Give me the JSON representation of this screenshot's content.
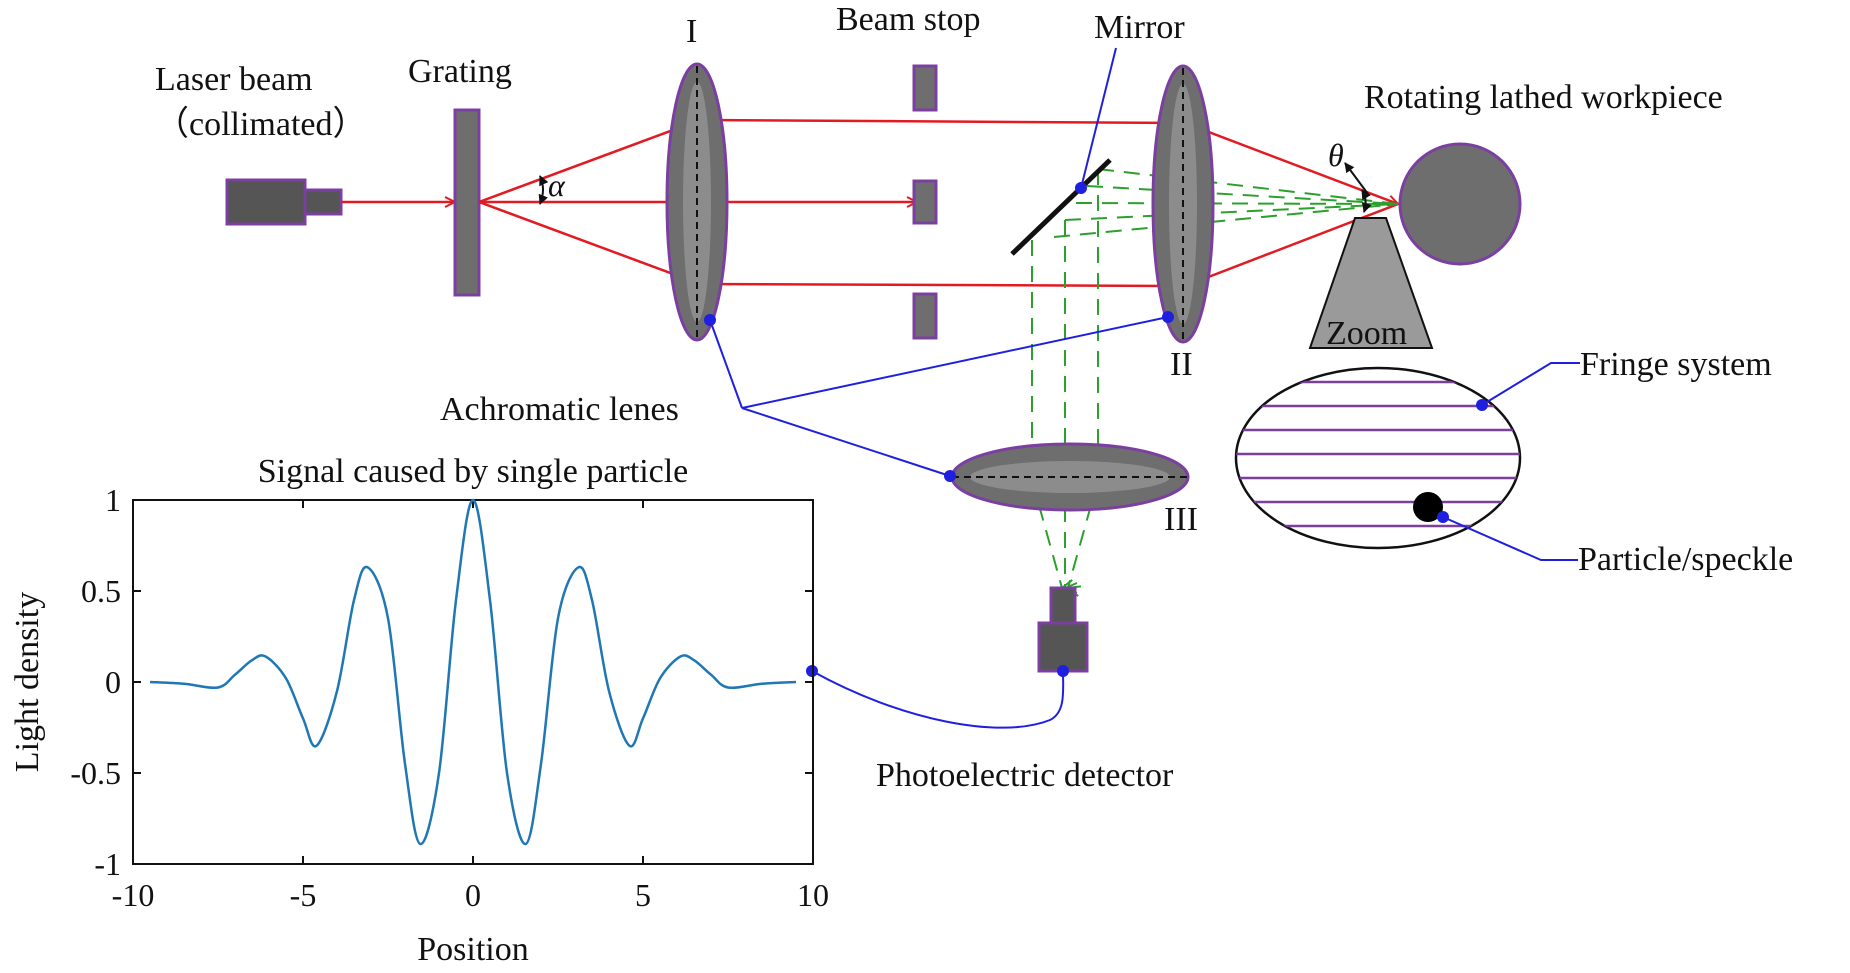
{
  "labels": {
    "laser_line1": "Laser beam",
    "laser_line2": "（collimated）",
    "grating": "Grating",
    "lens_I": "I",
    "lens_II": "II",
    "lens_III": "III",
    "beam_stop": "Beam stop",
    "mirror": "Mirror",
    "workpiece": "Rotating lathed workpiece",
    "alpha": "α",
    "theta": "θ",
    "zoom": "Zoom",
    "fringe_system": "Fringe system",
    "particle_speckle": "Particle/speckle",
    "achromatic_lenses": "Achromatic lenes",
    "photoelectric_detector": "Photoelectric detector"
  },
  "colors": {
    "laser_ray": "#e21b23",
    "scattered_light": "#2ca02c",
    "leader_line": "#1f1fe0",
    "lens_fill": "#6e6e6e",
    "lens_outline": "#7b3fa0",
    "fringe_line": "#7b3fa0",
    "signal_curve": "#1f77b4"
  },
  "chart_data": {
    "type": "line",
    "title": "Signal caused by single particle",
    "xlabel": "Position",
    "ylabel": "Light density",
    "xlim": [
      -10,
      10
    ],
    "ylim": [
      -1,
      1
    ],
    "x_ticks": [
      "-10",
      "-5",
      "0",
      "5",
      "10"
    ],
    "y_ticks": [
      "1",
      "0.5",
      "0",
      "-0.5",
      "-1"
    ],
    "series": [
      {
        "x": [
          -9.5,
          -8.5,
          -7.5,
          -7.0,
          -6.5,
          -6.1,
          -5.5,
          -5.0,
          -4.6,
          -4.0,
          -3.5,
          -3.1,
          -2.5,
          -2.0,
          -1.55,
          -1.0,
          -0.5,
          0.0,
          0.5,
          1.0,
          1.55,
          2.0,
          2.5,
          3.1,
          3.5,
          4.0,
          4.6,
          5.0,
          5.5,
          6.1,
          6.5,
          7.0,
          7.5,
          8.5,
          9.5
        ],
        "y": [
          0.0,
          -0.01,
          -0.03,
          0.04,
          0.12,
          0.14,
          0.02,
          -0.2,
          -0.35,
          -0.05,
          0.45,
          0.63,
          0.35,
          -0.45,
          -0.89,
          -0.5,
          0.45,
          1.0,
          0.45,
          -0.5,
          -0.89,
          -0.45,
          0.35,
          0.63,
          0.45,
          -0.05,
          -0.35,
          -0.2,
          0.02,
          0.14,
          0.12,
          0.04,
          -0.03,
          -0.01,
          0.0
        ]
      }
    ],
    "grid": false
  }
}
